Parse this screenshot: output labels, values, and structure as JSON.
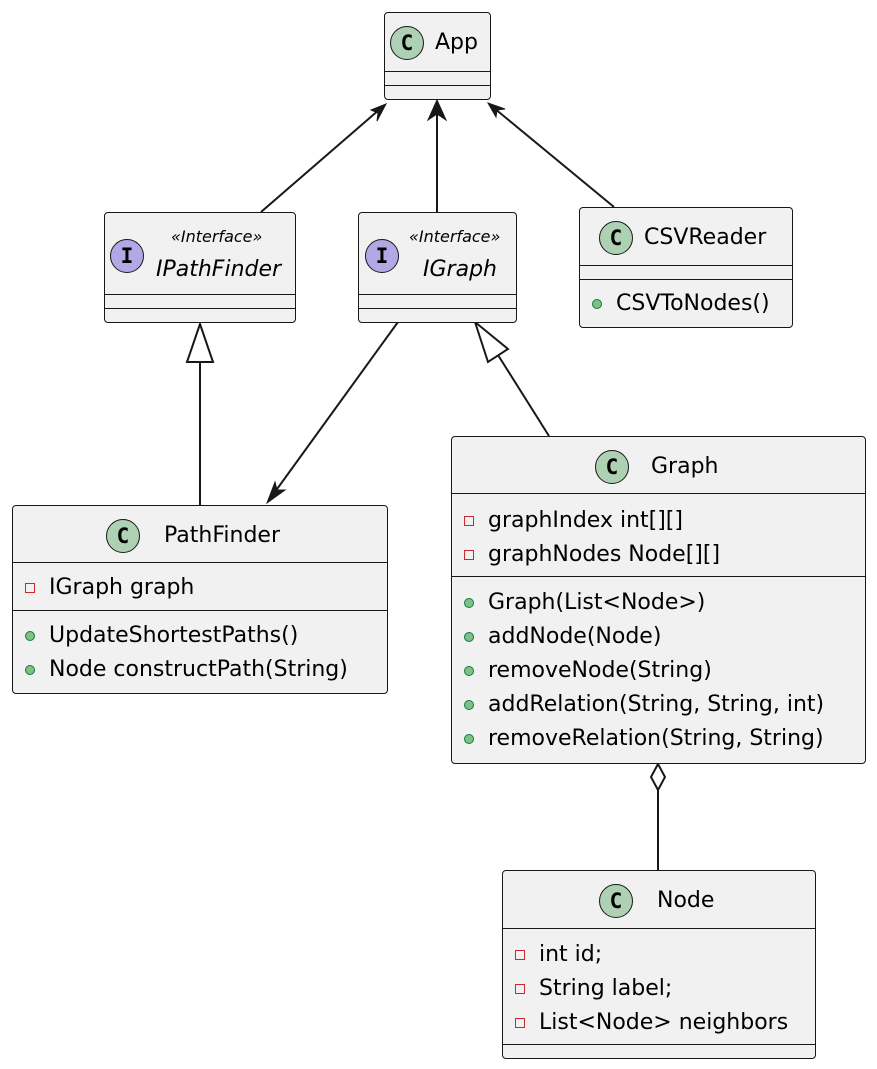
{
  "classes": {
    "app": {
      "name": "App",
      "kind": "class",
      "spot": "C",
      "fields": [],
      "methods": []
    },
    "ipathfinder": {
      "name": "IPathFinder",
      "kind": "interface",
      "spot": "I",
      "stereotype": "«Interface»",
      "fields": [],
      "methods": []
    },
    "igraph": {
      "name": "IGraph",
      "kind": "interface",
      "spot": "I",
      "stereotype": "«Interface»",
      "fields": [],
      "methods": []
    },
    "csvreader": {
      "name": "CSVReader",
      "kind": "class",
      "spot": "C",
      "fields": [],
      "methods": [
        {
          "visibility": "public",
          "text": "CSVToNodes()"
        }
      ]
    },
    "pathfinder": {
      "name": "PathFinder",
      "kind": "class",
      "spot": "C",
      "fields": [
        {
          "visibility": "private",
          "text": "IGraph graph"
        }
      ],
      "methods": [
        {
          "visibility": "public",
          "text": "UpdateShortestPaths()"
        },
        {
          "visibility": "public",
          "text": "Node constructPath(String)"
        }
      ]
    },
    "graph": {
      "name": "Graph",
      "kind": "class",
      "spot": "C",
      "fields": [
        {
          "visibility": "private",
          "text": "graphIndex int[][]"
        },
        {
          "visibility": "private",
          "text": "graphNodes Node[][]"
        }
      ],
      "methods": [
        {
          "visibility": "public",
          "text": "Graph(List<Node>)"
        },
        {
          "visibility": "public",
          "text": "addNode(Node)"
        },
        {
          "visibility": "public",
          "text": "removeNode(String)"
        },
        {
          "visibility": "public",
          "text": "addRelation(String, String, int)"
        },
        {
          "visibility": "public",
          "text": "removeRelation(String, String)"
        }
      ]
    },
    "node": {
      "name": "Node",
      "kind": "class",
      "spot": "C",
      "fields": [
        {
          "visibility": "private",
          "text": "int id;"
        },
        {
          "visibility": "private",
          "text": "String label;"
        },
        {
          "visibility": "private",
          "text": "List<Node> neighbors"
        }
      ],
      "methods": []
    }
  },
  "relations": [
    {
      "from": "ipathfinder",
      "to": "app",
      "type": "association"
    },
    {
      "from": "igraph",
      "to": "app",
      "type": "association"
    },
    {
      "from": "csvreader",
      "to": "app",
      "type": "association"
    },
    {
      "from": "pathfinder",
      "to": "ipathfinder",
      "type": "realization"
    },
    {
      "from": "igraph",
      "to": "pathfinder",
      "type": "association"
    },
    {
      "from": "graph",
      "to": "igraph",
      "type": "realization"
    },
    {
      "from": "node",
      "to": "graph",
      "type": "aggregation"
    }
  ],
  "colors": {
    "class_fill": "#f1f1f1",
    "border": "#181818",
    "class_spot": "#add1b2",
    "interface_spot": "#b4a7e5",
    "private_marker": "#c82930",
    "public_marker": "#038048",
    "public_marker_fill": "#84be84"
  }
}
